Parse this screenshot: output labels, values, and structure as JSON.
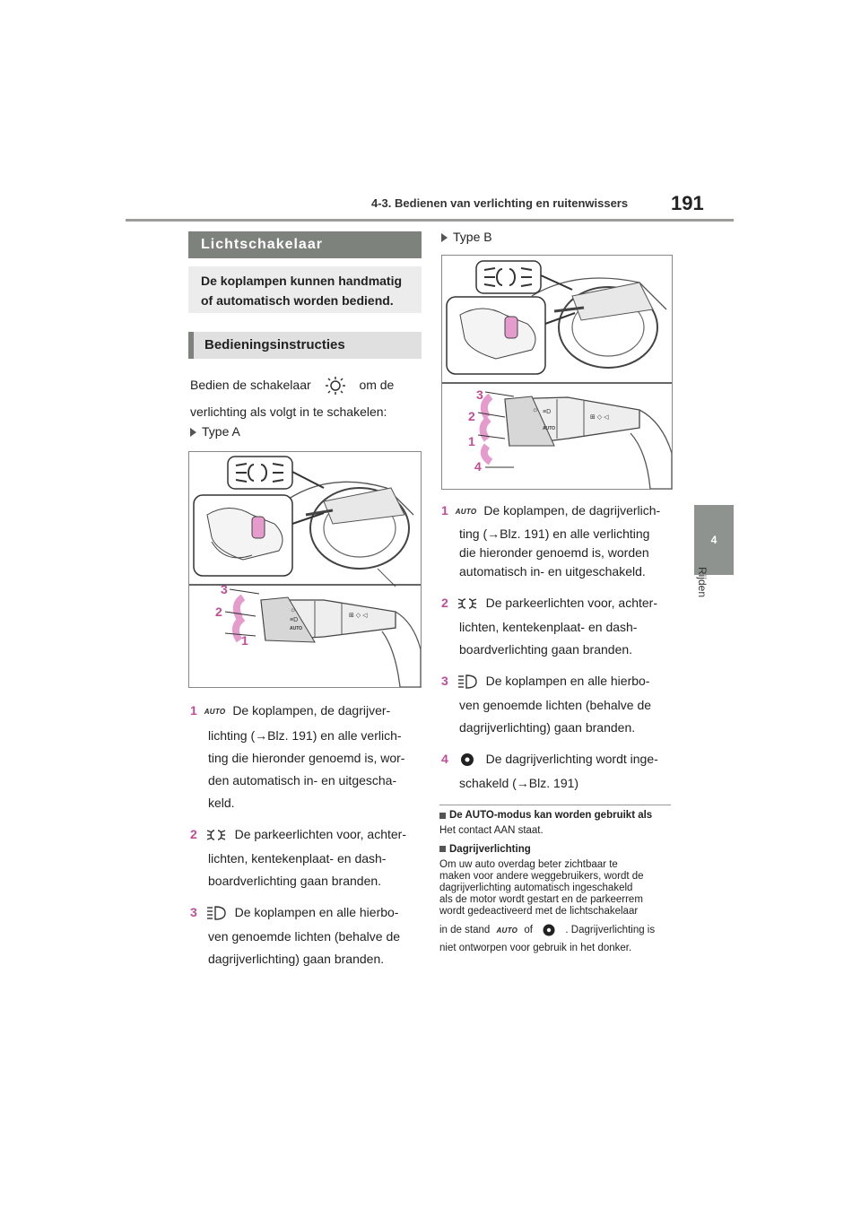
{
  "header": {
    "section_title": "4-3. Bedienen van verlichting en ruitenwissers",
    "page_number": "191"
  },
  "side": {
    "chapter_number": "4",
    "chapter_name": "Rijden"
  },
  "left": {
    "section_heading": "Lichtschakelaar",
    "intro_box": "De koplampen kunnen handmatig of automatisch worden bediend.",
    "sub_heading": "Bedieningsinstructies",
    "para_part1": "Bedien de schakelaar",
    "para_part2": "om de",
    "para_line2": "verlichting als volgt in te schakelen:",
    "type_a": "Type A",
    "items": [
      {
        "num": "1",
        "icon": "AUTO",
        "lines": [
          "De koplampen, de dagrijver-",
          "lichting (→Blz. 191) en alle verlich-",
          "ting die hieronder genoemd is, wor-",
          "den automatisch in- en uitgescha-",
          "keld."
        ]
      },
      {
        "num": "2",
        "icon": "parking-light-icon",
        "lines": [
          "De parkeerlichten voor, achter-",
          "lichten, kentekenplaat- en dash-",
          "boardverlichting gaan branden."
        ]
      },
      {
        "num": "3",
        "icon": "headlight-icon",
        "lines": [
          "De koplampen en alle hierbo-",
          "ven genoemde lichten (behalve de",
          "dagrijverlichting) gaan branden."
        ]
      }
    ]
  },
  "right": {
    "type_b": "Type B",
    "items": [
      {
        "num": "1",
        "icon": "AUTO",
        "lines": [
          "De koplampen, de dagrijverlich-",
          "ting (→Blz. 191) en alle verlichting",
          "die hieronder genoemd is, worden",
          "automatisch in- en uitgeschakeld."
        ]
      },
      {
        "num": "2",
        "icon": "parking-light-icon",
        "lines": [
          "De parkeerlichten voor, achter-",
          "lichten, kentekenplaat- en dash-",
          "boardverlichting gaan branden."
        ]
      },
      {
        "num": "3",
        "icon": "headlight-icon",
        "lines": [
          "De koplampen en alle hierbo-",
          "ven genoemde lichten (behalve de",
          "dagrijverlichting) gaan branden."
        ]
      },
      {
        "num": "4",
        "icon": "drl-off-icon",
        "lines": [
          "De dagrijverlichting wordt inge-",
          "schakeld (→Blz. 191)"
        ]
      }
    ],
    "notes": {
      "n1_title": "De AUTO-modus kan worden gebruikt als",
      "n1_text": "Het contact AAN staat.",
      "n2_title": "Dagrijverlichting",
      "n2_lines": [
        "Om uw auto overdag beter zichtbaar te",
        "maken voor andere weggebruikers, wordt de",
        "dagrijverlichting automatisch ingeschakeld",
        "als de motor wordt gestart en de parkeerrem",
        "wordt gedeactiveerd met de lichtschakelaar"
      ],
      "n2_pre": "in de stand",
      "n2_of": "of",
      "n2_post": ". Dagrijverlichting is",
      "n2_last": "niet ontworpen voor gebruik in het donker."
    }
  },
  "figures": {
    "a_labels": [
      "3",
      "2",
      "1"
    ],
    "b_labels": [
      "3",
      "2",
      "1",
      "4"
    ],
    "switch_auto": "AUTO"
  },
  "colors": {
    "accent_pink": "#c24c96",
    "heading_gray": "#7d827d"
  }
}
